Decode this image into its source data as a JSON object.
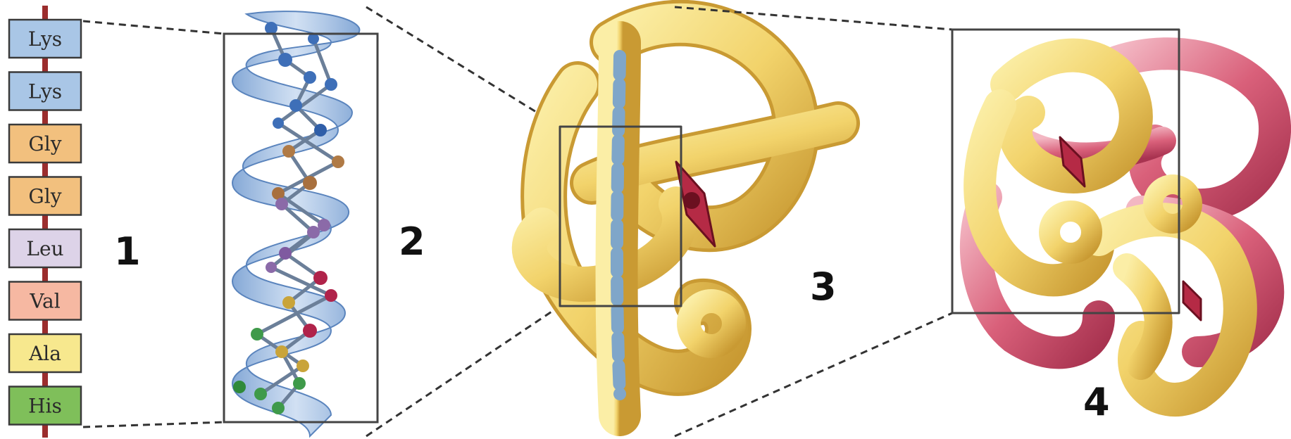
{
  "sequence": {
    "residues": [
      {
        "label": "Lys",
        "color": "#a9c6e6"
      },
      {
        "label": "Lys",
        "color": "#a9c6e6"
      },
      {
        "label": "Gly",
        "color": "#f2c07e"
      },
      {
        "label": "Gly",
        "color": "#f2c07e"
      },
      {
        "label": "Leu",
        "color": "#ddd3e8"
      },
      {
        "label": "Val",
        "color": "#f6b8a2"
      },
      {
        "label": "Ala",
        "color": "#f7e88e"
      },
      {
        "label": "His",
        "color": "#7fbf5a"
      }
    ],
    "backbone_color": "#9b2d2d"
  },
  "labels": {
    "primary": "1",
    "secondary": "2",
    "tertiary": "3",
    "quaternary": "4"
  },
  "colors": {
    "helix_ribbon": "#9cbce3",
    "tertiary_tube": "#f2d36b",
    "tertiary_shade": "#d9a93a",
    "quaternary_tube_yellow": "#f3dc74",
    "quaternary_tube_pink": "#d9607a",
    "heme": "#8b1a2a",
    "frame": "#444444"
  }
}
